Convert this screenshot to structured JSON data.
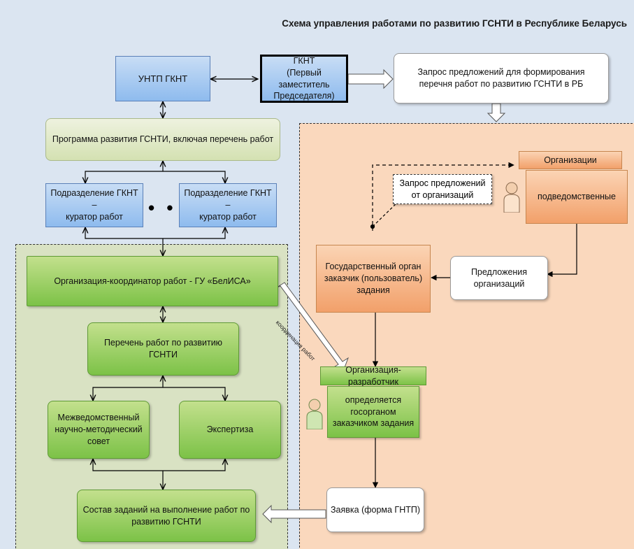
{
  "title": "Схема управления работами по развитию ГСНТИ в Республике Беларусь",
  "boxes": {
    "untp": "УНТП ГКНТ",
    "gknt": "ГКНТ\n(Первый заместитель\nПредседателя)",
    "request_top": "Запрос предложений для формирования\nперечня работ по развитию ГСНТИ в РБ",
    "program": "Программа развития ГСНТИ, включая перечень работ",
    "curator_1": "Подразделение ГКНТ –\nкуратор работ",
    "curator_2": "Подразделение ГКНТ –\nкуратор работ",
    "dots": "• • •",
    "coordinator": "Организация-координатор работ - ГУ «БелИСА»",
    "work_list": "Перечень работ по развитию ГСНТИ",
    "council": "Межведомственный\nнаучно-методический\nсовет",
    "expertise": "Экспертиза",
    "tasks": "Состав заданий на выполнение работ по\nразвитию ГСНТИ",
    "org_header": "Организации",
    "org_body": "подведомственные",
    "request_orgs": "Запрос предложений\nот организаций",
    "gov_body": "Государственный орган\nзаказчик (пользователь)\nзадания",
    "org_proposals": "Предложения\nорганизаций",
    "developer_header": "Организация-разработчик",
    "developer_body": "определяется\nгосорганом\nзаказчиком задания",
    "application": "Заявка (форма ГНТП)"
  },
  "labels": {
    "coordination": "координация работ"
  }
}
